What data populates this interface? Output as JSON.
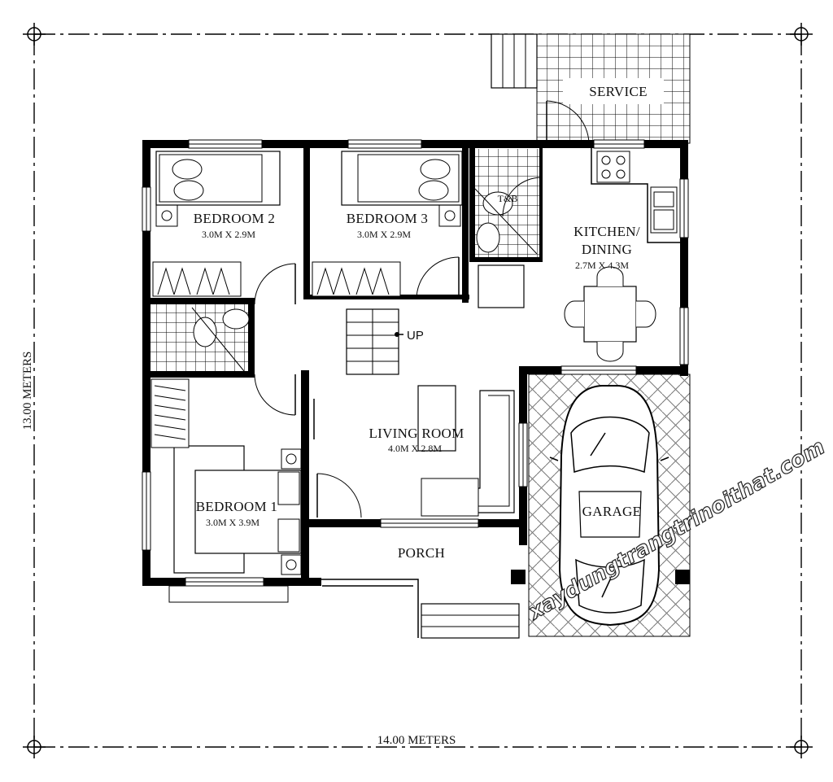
{
  "rooms": {
    "bedroom2": {
      "name": "BEDROOM 2",
      "size": "3.0M X 2.9M"
    },
    "bedroom3": {
      "name": "BEDROOM 3",
      "size": "3.0M X 2.9M"
    },
    "bedroom1": {
      "name": "BEDROOM 1",
      "size": "3.0M X 3.9M"
    },
    "kitchen": {
      "name_line1": "KITCHEN/",
      "name_line2": "DINING",
      "size": "2.7M X 4.3M"
    },
    "living": {
      "name": "LIVING ROOM",
      "size": "4.0M X 2.8M"
    },
    "service": {
      "name": "SERVICE"
    },
    "tb": {
      "name": "T&B"
    },
    "porch": {
      "name": "PORCH"
    },
    "garage": {
      "name": "GARAGE"
    }
  },
  "stairs": {
    "label": "UP"
  },
  "dimensions": {
    "width": "14.00 METERS",
    "depth": "13.00 METERS"
  },
  "watermark": "xaydungtrangtrinoithat.com"
}
